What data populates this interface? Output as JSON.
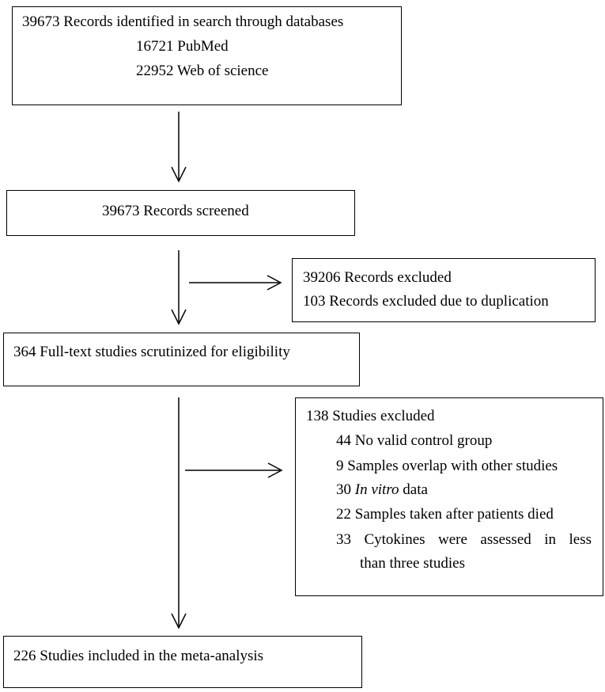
{
  "identification": {
    "total": "39673 Records identified in search through databases",
    "pubmed": "16721 PubMed",
    "wos": "22952 Web of science"
  },
  "screening": {
    "screened": "39673 Records screened"
  },
  "excluded_records": {
    "line1": "39206 Records excluded",
    "line2": "103 Records excluded due to duplication"
  },
  "eligibility": {
    "fulltext": "364 Full-text studies scrutinized for eligibility"
  },
  "excluded_studies": {
    "header": "138 Studies excluded",
    "reasons": [
      "44 No valid control group",
      "9 Samples overlap with other studies"
    ],
    "in_vitro_count": "30",
    "in_vitro_italic": "In vitro",
    "in_vitro_rest": "data",
    "died": "22 Samples taken after patients died",
    "cytokines_line1": "33 Cytokines were assessed in less",
    "cytokines_line2": "than three studies"
  },
  "included": {
    "text": "226 Studies included in the meta-analysis"
  }
}
